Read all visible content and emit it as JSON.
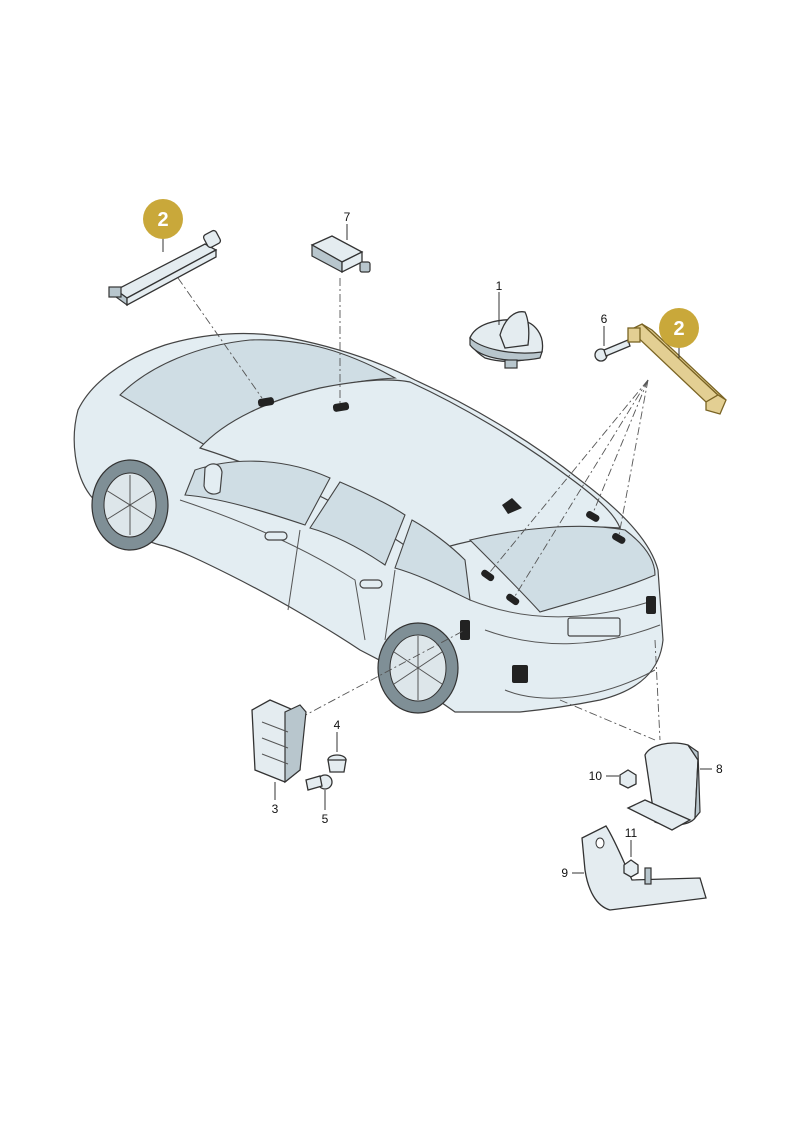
{
  "callouts": {
    "c1": "1",
    "c2a": "2",
    "c2b": "2",
    "c3": "3",
    "c4": "4",
    "c5": "5",
    "c6": "6",
    "c7": "7",
    "c8": "8",
    "c9": "9",
    "c10": "10",
    "c11": "11"
  },
  "colors": {
    "badge": "#c9a83a",
    "highlight": "#e3cf93"
  }
}
